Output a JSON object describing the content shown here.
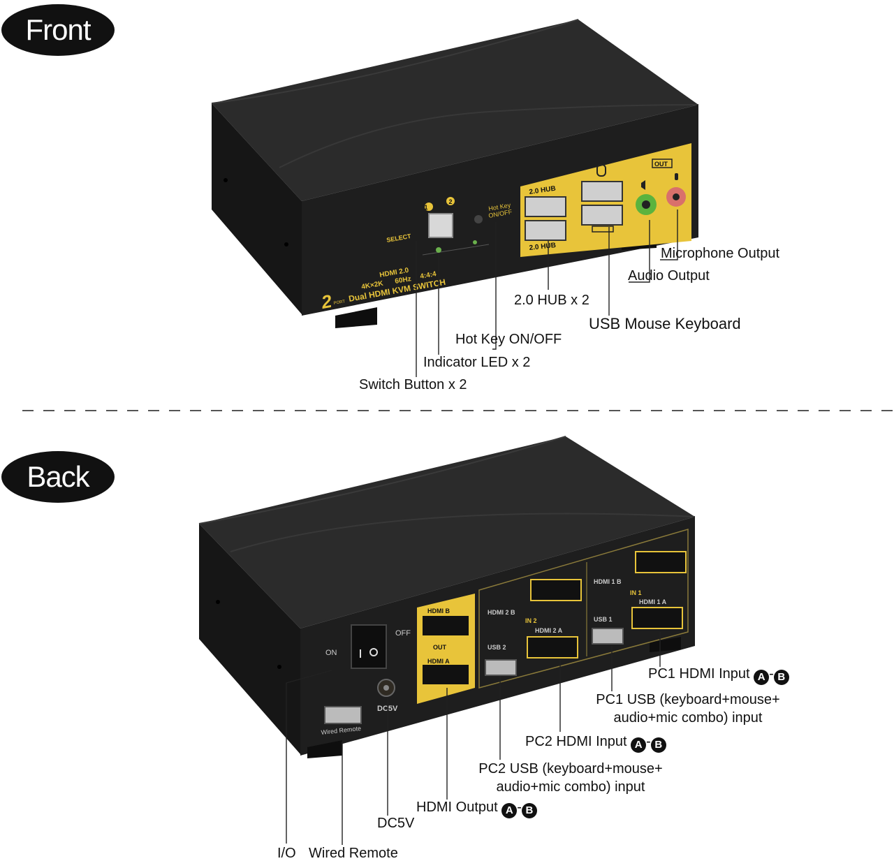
{
  "front": {
    "heading": "Front",
    "device": {
      "select_label": "SELECT",
      "port_1": "1",
      "port_2": "2",
      "hotkey_label_line1": "Hot Key",
      "hotkey_label_line2": "ON/OFF",
      "hub_label_top": "2.0 HUB",
      "hub_label_bottom": "2.0 HUB",
      "out_label": "OUT",
      "badge_hdmi": "HDMI 2.0",
      "badge_4k": "4K×2K",
      "badge_60hz": "60Hz",
      "badge_444": "4:4:4",
      "brand_numeral": "2",
      "brand_port": "PORT",
      "brand_name": "Dual HDMI KVM SWITCH"
    },
    "callouts": {
      "microphone_output": "Microphone Output",
      "audio_output": "Audio Output",
      "hub": "2.0 HUB x 2",
      "usb_mouse_keyboard": "USB Mouse Keyboard",
      "hotkey": "Hot Key ON/OFF",
      "indicator_led": "Indicator LED x 2",
      "switch_button": "Switch Button x 2"
    }
  },
  "back": {
    "heading": "Back",
    "device": {
      "on_label": "ON",
      "off_label": "OFF",
      "dc_label": "DC5V",
      "wired_remote_label": "Wired Remote",
      "hdmi_b_label": "HDMI B",
      "hdmi_a_label": "HDMI A",
      "out_label": "OUT",
      "hdmi2b_label": "HDMI 2 B",
      "hdmi2a_label": "HDMI 2 A",
      "in2_label": "IN 2",
      "usb2_label": "USB 2",
      "hdmi1b_label": "HDMI 1 B",
      "hdmi1a_label": "HDMI 1 A",
      "in1_label": "IN 1",
      "usb1_label": "USB 1"
    },
    "callouts": {
      "pc1_hdmi_input": "PC1 HDMI Input",
      "pc1_usb_line1": "PC1 USB (keyboard+mouse+",
      "pc1_usb_line2": "audio+mic combo) input",
      "pc2_hdmi_input": "PC2 HDMI Input",
      "pc2_usb_line1": "PC2 USB (keyboard+mouse+",
      "pc2_usb_line2": "audio+mic combo) input",
      "hdmi_output": "HDMI Output",
      "dc5v": "DC5V",
      "io": "I/O",
      "wired_remote": "Wired Remote",
      "glyph_a": "A",
      "glyph_b": "B",
      "dash": "-"
    }
  },
  "colors": {
    "case": "#1b1b1b",
    "case_top": "#2a2a2a",
    "panel_gold": "#e8c43a",
    "led_green": "#6ab04c",
    "jack_green": "#5bb33e",
    "jack_pink": "#d9706b"
  }
}
